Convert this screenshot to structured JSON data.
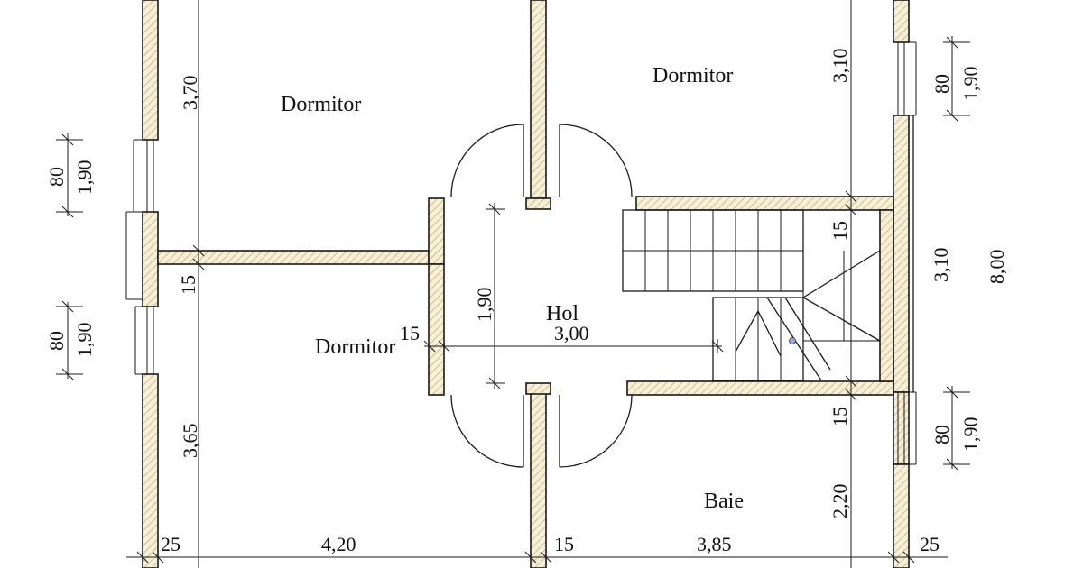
{
  "rooms": {
    "dormitor_top_left": "Dormitor",
    "dormitor_top_right": "Dormitor",
    "dormitor_bottom_left": "Dormitor",
    "hol": "Hol",
    "baie": "Baie"
  },
  "dims": {
    "d_370": "3,70",
    "d_310_top": "3,10",
    "d_80_right_top": "80",
    "d_190_right_top": "1,90",
    "d_80_left_top": "80",
    "d_190_left_top": "1,90",
    "d_15_left": "15",
    "d_190_hol": "1,90",
    "d_80_left_bottom": "80",
    "d_190_left_bottom": "1,90",
    "d_15_hol": "15",
    "d_300": "3,00",
    "d_15_stair_top": "15",
    "d_310_right": "3,10",
    "d_800": "8,00",
    "d_365": "3,65",
    "d_15_stair_bottom": "15",
    "d_80_right_bottom": "80",
    "d_190_right_bottom": "1,90",
    "d_220": "2,20",
    "d_25_left": "25",
    "d_420": "4,20",
    "d_15_bottom": "15",
    "d_385": "3,85",
    "d_25_right": "25"
  },
  "colors": {
    "wall_fill": "#f6efd9",
    "hatch": "#c9a860",
    "line": "#1a1a1a"
  }
}
